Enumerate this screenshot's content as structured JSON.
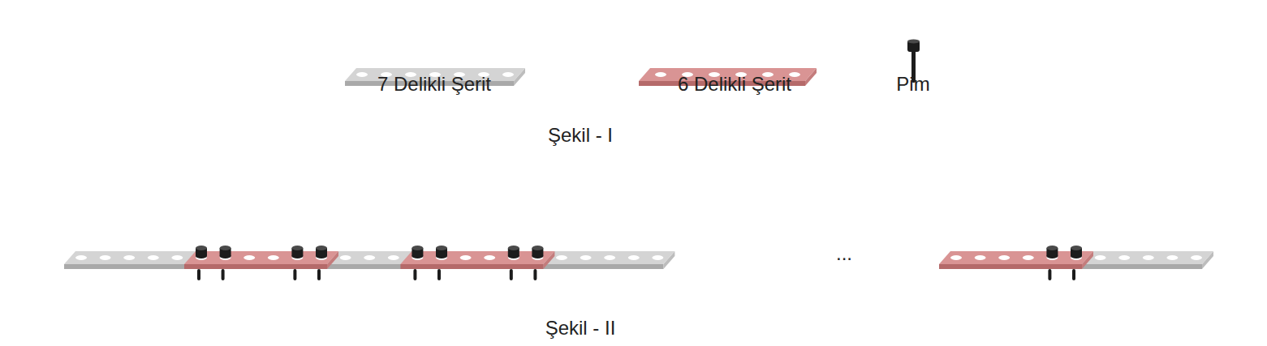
{
  "diagram": {
    "labels": [
      "7 Delikli Şerit",
      "6 Delikli Şerit",
      "Pim",
      "Şekil - I",
      "...",
      "Şekil - II"
    ]
  }
}
